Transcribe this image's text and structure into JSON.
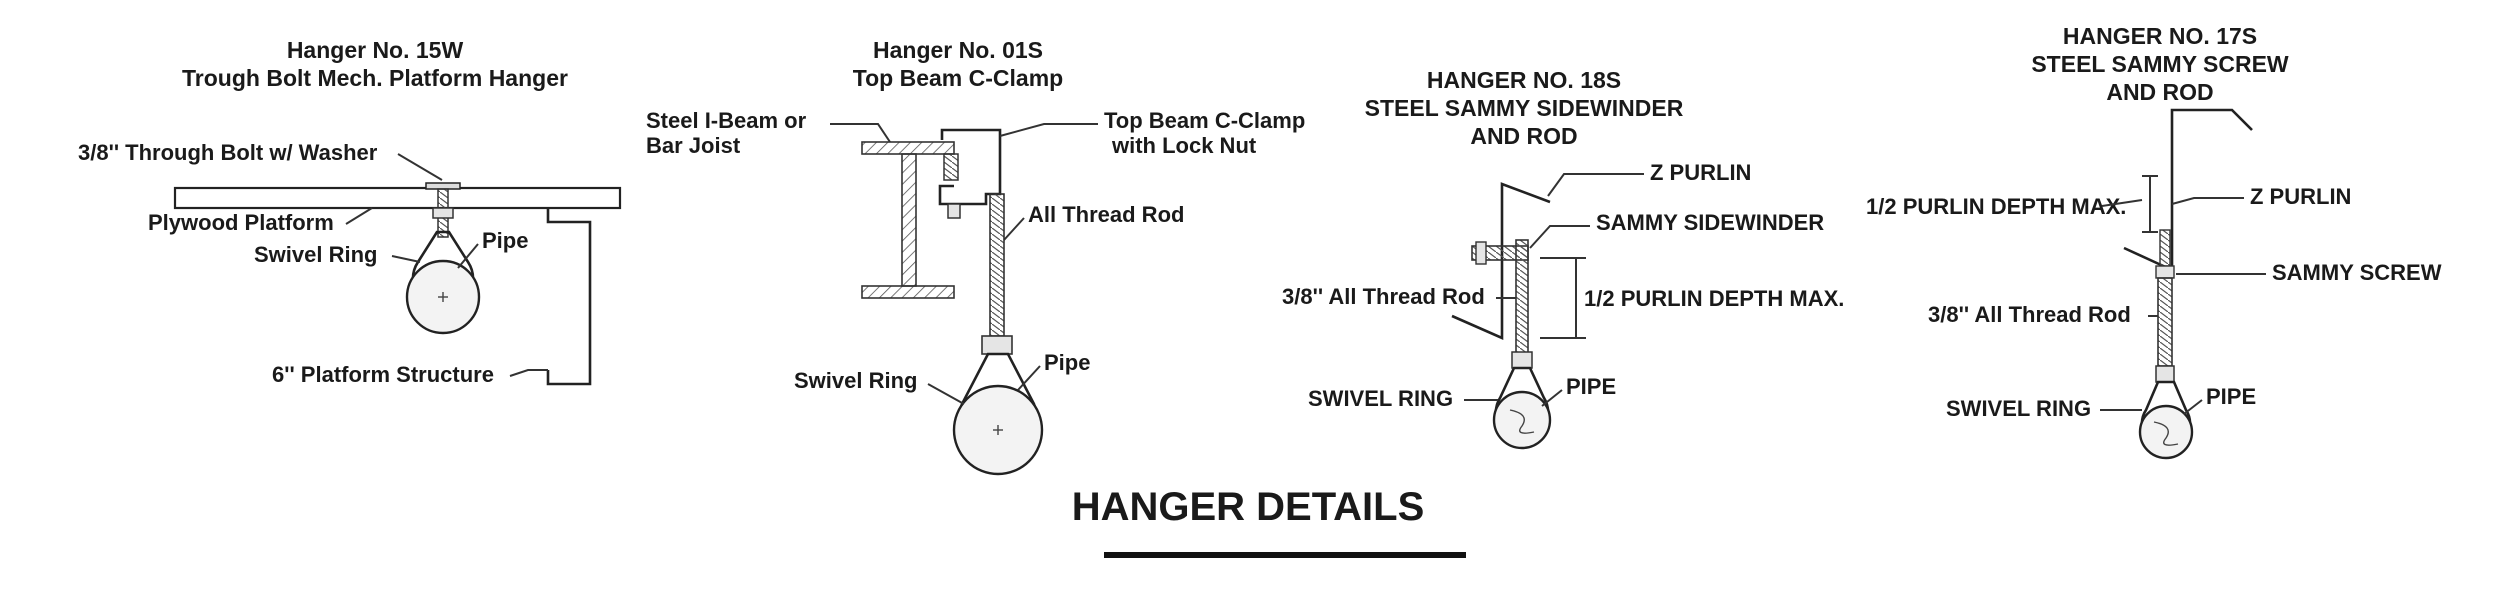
{
  "hanger_15w": {
    "title_line1": "Hanger No. 15W",
    "title_line2": "Trough Bolt Mech. Platform Hanger",
    "label_bolt": "3/8'' Through Bolt w/ Washer",
    "label_plywood": "Plywood Platform",
    "label_swivel": "Swivel Ring",
    "label_pipe": "Pipe",
    "label_structure": "6'' Platform Structure"
  },
  "hanger_01s": {
    "title_line1": "Hanger No. 01S",
    "title_line2": "Top Beam C-Clamp",
    "label_beam_line1": "Steel I-Beam or",
    "label_beam_line2": "Bar Joist",
    "label_clamp_line1": "Top Beam C-Clamp",
    "label_clamp_line2": "with  Lock Nut",
    "label_rod": "All Thread Rod",
    "label_swivel": "Swivel Ring",
    "label_pipe": "Pipe"
  },
  "hanger_18s": {
    "title_line1": "HANGER NO. 18S",
    "title_line2": "STEEL SAMMY SIDEWINDER",
    "title_line3": "AND ROD",
    "label_purlin": "Z PURLIN",
    "label_sidewinder": "SAMMY SIDEWINDER",
    "label_rod": "3/8'' All Thread Rod",
    "label_depth": "1/2 PURLIN DEPTH MAX.",
    "label_swivel": "SWIVEL RING",
    "label_pipe": "PIPE"
  },
  "hanger_17s": {
    "title_line1": "HANGER NO. 17S",
    "title_line2": "STEEL SAMMY SCREW",
    "title_line3": "AND ROD",
    "label_depth": "1/2 PURLIN DEPTH MAX.",
    "label_purlin": "Z PURLIN",
    "label_screw": "SAMMY SCREW",
    "label_rod": "3/8'' All Thread Rod",
    "label_swivel": "SWIVEL RING",
    "label_pipe": "PIPE"
  },
  "footer": {
    "title": "HANGER DETAILS"
  }
}
